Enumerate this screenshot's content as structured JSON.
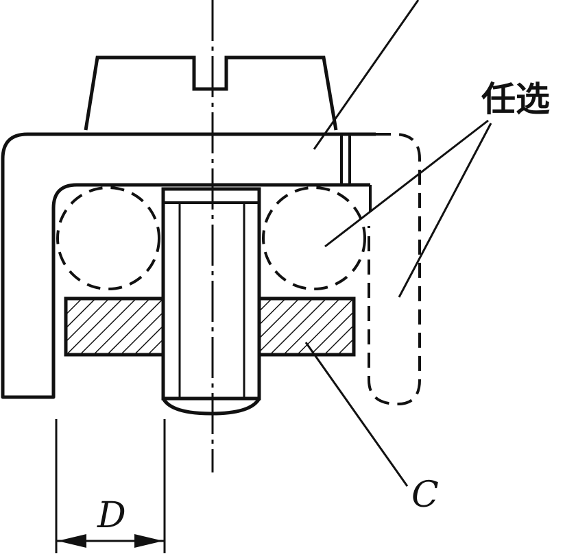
{
  "labels": {
    "optional": "任选",
    "c": "C",
    "d": "D"
  },
  "colors": {
    "ink": "#111111",
    "background": "#ffffff"
  }
}
